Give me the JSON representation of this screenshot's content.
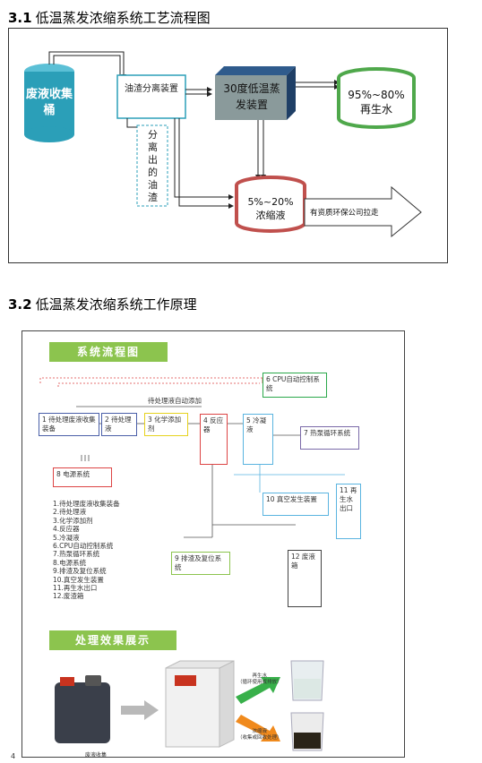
{
  "section1": {
    "number": "3.1",
    "title": "低温蒸发浓缩系统工艺流程图",
    "tank_label": "废液收集桶",
    "separator_label": "油渣分离装置",
    "oil_label": "分离出的油渣",
    "evaporator_label": "30度低温蒸发装置",
    "recycled_percent": "95%~80%",
    "recycled_label": "再生水",
    "concentrate_percent": "5%~20%",
    "concentrate_label": "浓缩液",
    "disposal_label": "有资质环保公司拉走"
  },
  "section2": {
    "number": "3.2",
    "title": "低温蒸发浓缩系统工作原理",
    "flow_title": "系统流程图",
    "auto_add_label": "待处理液自动添加",
    "nodes": {
      "n1": "1 待处理废液收集装备",
      "n2": "2 待处理液",
      "n3": "3 化学添加剂",
      "n4": "4 反应器",
      "n5": "5 冷凝液",
      "n6": "6 CPU自动控制系统",
      "n7": "7 热泵循环系统",
      "n8": "8 电源系统",
      "n9": "9 排渣及复位系统",
      "n10": "10 真空发生装置",
      "n11": "11 再生水出口",
      "n12": "12 废液箱"
    },
    "legend": [
      "1.待处理废液收集装备",
      "2.待处理液",
      "3.化学添加剂",
      "4.反应器",
      "5.冷凝液",
      "6.CPU自动控制系统",
      "7.热泵循环系统",
      "8.电源系统",
      "9.排渣及复位系统",
      "10.真空发生装置",
      "11.再生水出口",
      "12.废渣箱"
    ],
    "effect_title": "处理效果展示",
    "photo_captions": {
      "waste": "废液收集",
      "recycled": "再生水",
      "recycled_note": "（循环使用或排放）",
      "concentrate": "浓缩液",
      "concentrate_note": "（收集或回收处理）"
    }
  },
  "page_number": "4",
  "colors": {
    "tank_teal": "#2b9fb8",
    "evaporator_gray": "#8a9a9b",
    "recycled_green": "#4fa84b",
    "concentrate_red": "#c0504d",
    "flow_green": "#8cc44e"
  }
}
